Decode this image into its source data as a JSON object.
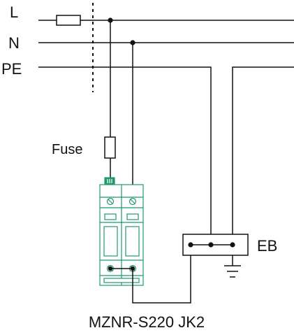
{
  "lines": {
    "l_label": "L",
    "n_label": "N",
    "pe_label": "PE"
  },
  "components": {
    "fuse_label": "Fuse",
    "eb_label": "EB"
  },
  "model": {
    "name": "MZNR-S220 JK2"
  },
  "colors": {
    "wire": "#111111",
    "spd_module": "#1f9a6a"
  }
}
